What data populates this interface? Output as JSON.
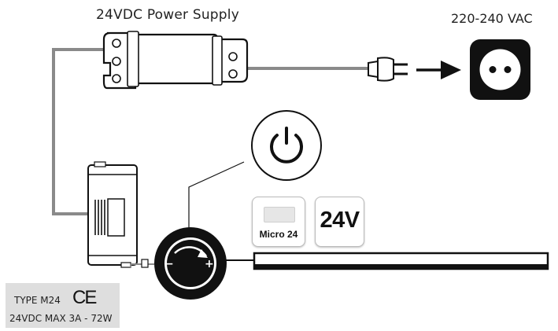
{
  "labels": {
    "power_supply": "24VDC Power Supply",
    "mains": "220-240 VAC"
  },
  "badges": {
    "driver_name": "Micro 24",
    "voltage": "24V"
  },
  "spec_plate": {
    "type": "TYPE M24",
    "certification": "CE",
    "rating": "24VDC MAX 3A - 72W"
  },
  "dimmer": {
    "minus": "−",
    "plus": "+"
  },
  "colors": {
    "cable_grey": "#8a8a8a",
    "outline": "#111111",
    "spec_bg": "#dedede"
  },
  "icons": [
    "power-icon",
    "socket-icon",
    "plug-icon",
    "arrow-right-icon"
  ]
}
